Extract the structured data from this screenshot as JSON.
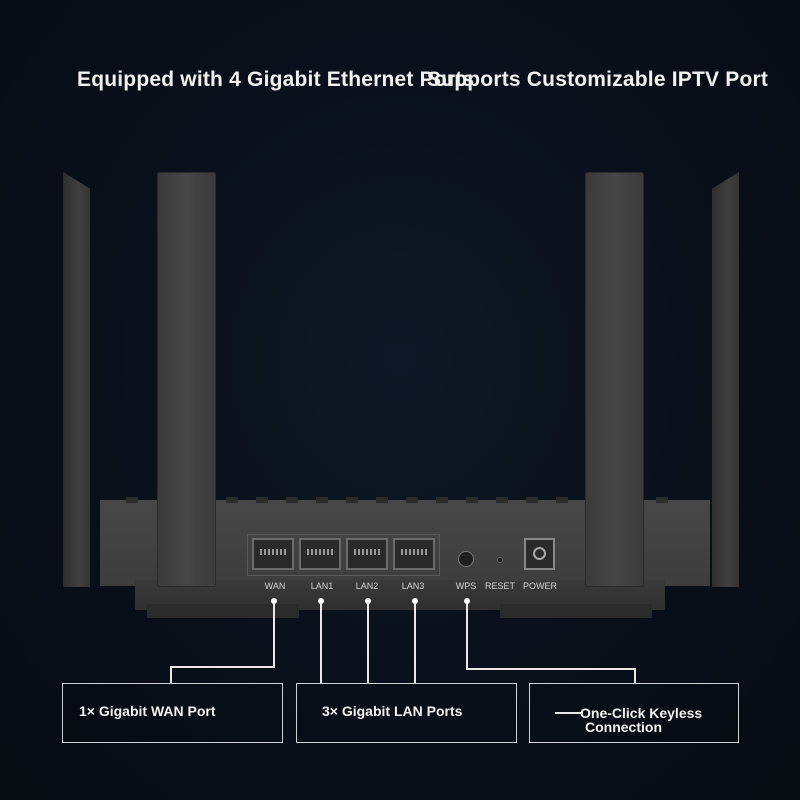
{
  "headline": {
    "left": "Equipped with 4 Gigabit Ethernet Ports",
    "right": "Supports Customizable IPTV Port"
  },
  "router": {
    "ports": [
      {
        "label": "WAN"
      },
      {
        "label": "LAN1"
      },
      {
        "label": "LAN2"
      },
      {
        "label": "LAN3"
      }
    ],
    "wps_label": "WPS",
    "reset_label": "RESET",
    "power_label": "POWER"
  },
  "callouts": {
    "wan": "1× Gigabit WAN Port",
    "lan": "3× Gigabit LAN Ports",
    "wps_line1": "One-Click Keyless",
    "wps_line2": "Connection"
  },
  "colors": {
    "background": "#0a111c",
    "router_body": "#454545",
    "callout_border": "#cfd3d8"
  }
}
